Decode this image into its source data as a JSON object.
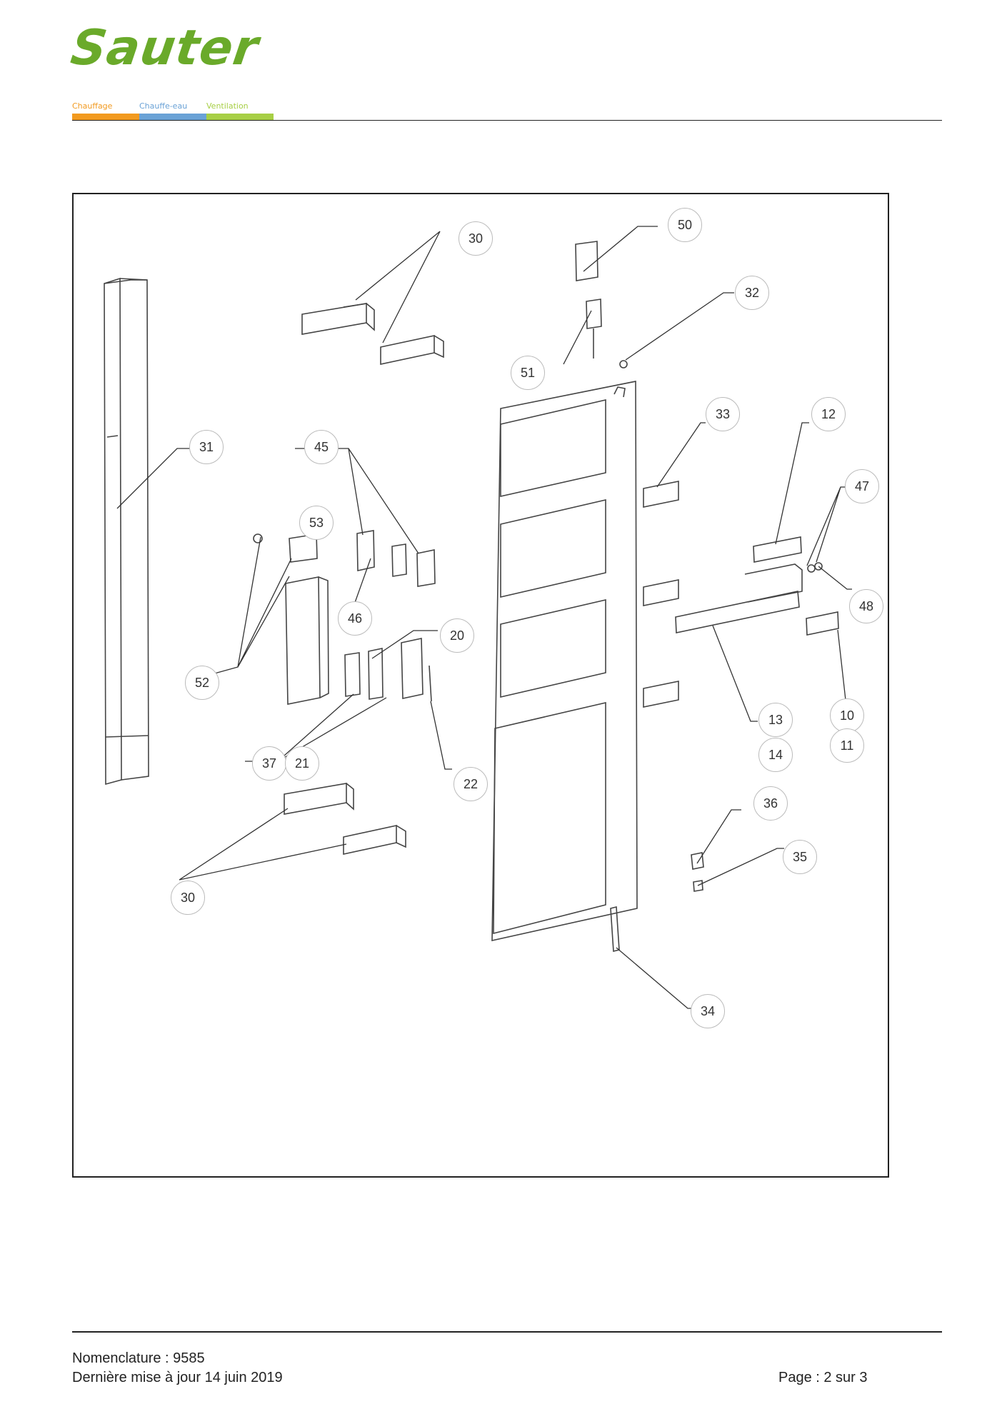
{
  "brand": {
    "name": "Sauter",
    "color": "#6aaa2a",
    "categories": [
      {
        "label": "Chauffage",
        "color": "#f29a1f"
      },
      {
        "label": "Chauffe-eau",
        "color": "#6aa2d6"
      },
      {
        "label": "Ventilation",
        "color": "#a7cf45"
      }
    ]
  },
  "diagram": {
    "callouts": [
      "30",
      "50",
      "32",
      "51",
      "33",
      "12",
      "31",
      "45",
      "47",
      "53",
      "46",
      "48",
      "20",
      "52",
      "10",
      "13",
      "11",
      "14",
      "37",
      "21",
      "22",
      "36",
      "35",
      "30",
      "34"
    ]
  },
  "footer": {
    "nomenclature": "Nomenclature : 9585",
    "updated": "Dernière mise à jour 14 juin 2019",
    "page": "Page : 2 sur 3"
  }
}
